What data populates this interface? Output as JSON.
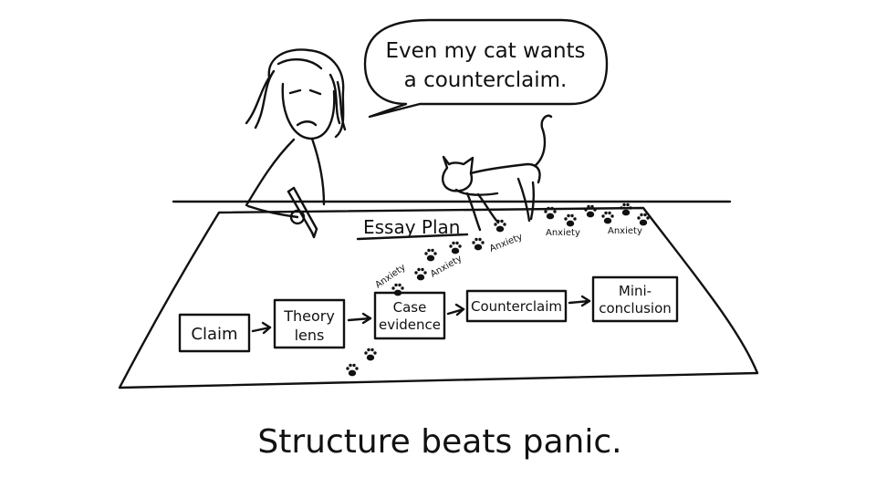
{
  "speech_bubble": {
    "line1": "Even my cat wants",
    "line2": "a counterclaim."
  },
  "paper": {
    "heading": "Essay Plan"
  },
  "plan_steps": [
    {
      "line1": "Claim",
      "line2": ""
    },
    {
      "line1": "Theory",
      "line2": "lens"
    },
    {
      "line1": "Case",
      "line2": "evidence"
    },
    {
      "line1": "Counterclaim",
      "line2": ""
    },
    {
      "line1": "Mini-",
      "line2": "conclusion"
    }
  ],
  "paw_labels": [
    "Anxiety",
    "Anxiety",
    "Anxiety",
    "Anxiety",
    "Anxiety"
  ],
  "caption": "Structure beats panic.",
  "colors": {
    "ink": "#111111",
    "background": "#ffffff"
  },
  "icons": [
    "stick-figure-person",
    "pencil-icon",
    "cat-icon",
    "paw-print-icon",
    "arrow-right-icon"
  ]
}
